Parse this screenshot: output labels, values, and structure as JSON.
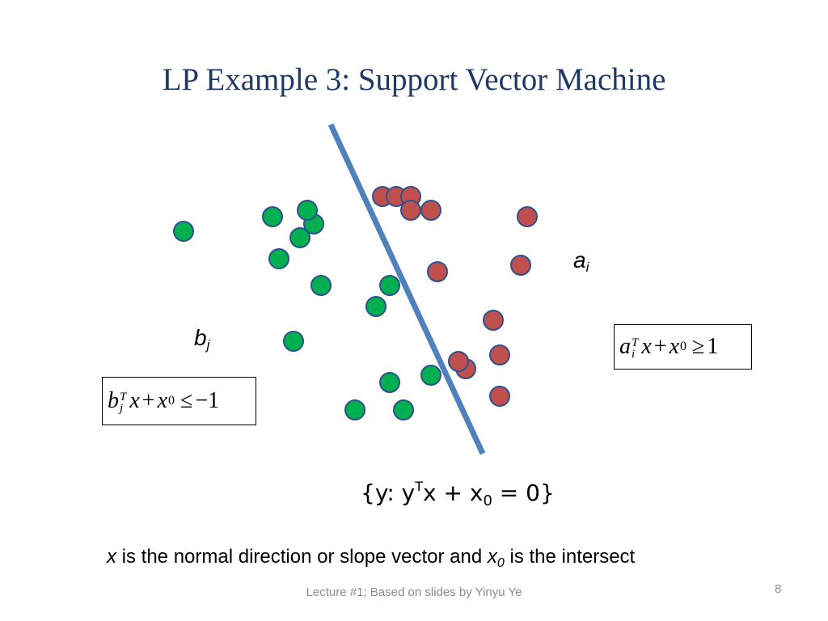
{
  "slide": {
    "title": "LP Example 3: Support Vector Machine",
    "label_a": "a",
    "label_a_sub": "i",
    "label_b": "b",
    "label_b_sub": "j",
    "constraint_a": {
      "var": "a",
      "sup": "T",
      "sub": "i",
      "x": "x",
      "plus": "+",
      "x0": "x",
      "zero": "0",
      "op": "≥",
      "rhs": "1"
    },
    "constraint_b": {
      "var": "b",
      "sup": "T",
      "sub": "j",
      "x": "x",
      "plus": "+",
      "x0": "x",
      "zero": "0",
      "op": "≤",
      "rhs": "−1"
    },
    "hyperplane": {
      "prefix": "{y: y",
      "sup": "T",
      "middle": "x + x",
      "sub": "0",
      "suffix": " = 0}"
    },
    "caption": {
      "x1": "x",
      "text1": " is the normal direction or slope vector and ",
      "x2": "x",
      "x2_sub": "0",
      "text2": " is the intersect"
    },
    "footer": "Lecture #1; Based on slides by Yinyu Ye",
    "page_number": "8"
  },
  "colors": {
    "title": "#1f3864",
    "line": "#4f81bd",
    "green_point": "#00b050",
    "red_point": "#c0504d",
    "point_stroke": "#2f528f",
    "footer": "#8c8c8c"
  }
}
